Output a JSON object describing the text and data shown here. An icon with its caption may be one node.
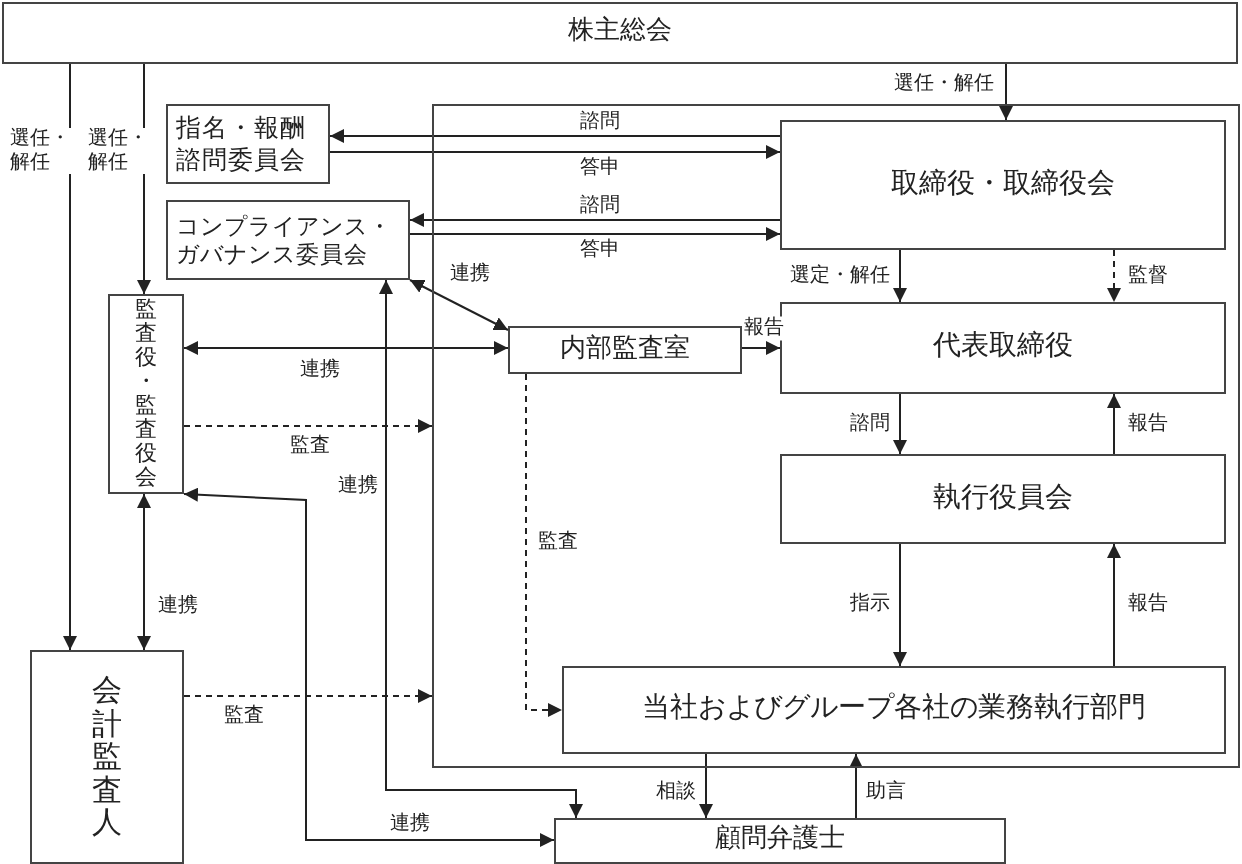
{
  "diagram": {
    "nodes": [
      {
        "text": [
          "株主総会"
        ]
      },
      {
        "text": [
          "指名・報酬諮問委員会"
        ]
      },
      {
        "text": [
          "コンプライアンス・ガバナンス委員会"
        ]
      },
      {
        "text": [],
        "shape": "box"
      },
      {
        "text": [
          "取締役・取締役会"
        ],
        "in": 3
      },
      {
        "text": [
          "内部監査室"
        ],
        "in": 3
      },
      {
        "text": [
          "代表取締役"
        ],
        "in": 3
      },
      {
        "text": [
          "監査役・監査役会"
        ]
      },
      {
        "text": [
          "執行役員会"
        ],
        "in": 3
      },
      {
        "text": [
          "会計監査人"
        ]
      },
      {
        "text": [
          "当社およびグループ各社の業務執行部門"
        ],
        "in": 3
      },
      {
        "text": [
          "顧問弁護士"
        ]
      }
    ],
    "edges": [
      {
        "from": 0,
        "to": 4,
        "arrow": "to",
        "label": "選任・解任"
      },
      {
        "from": 0,
        "to": 7,
        "arrow": "to",
        "label": "選任・解任"
      },
      {
        "from": 0,
        "to": 9,
        "arrow": "to",
        "label": "選任・解任"
      },
      {
        "from": 4,
        "to": 1,
        "arrow": "to",
        "label": "諮問"
      },
      {
        "from": 1,
        "to": 4,
        "arrow": "to",
        "label": "答申"
      },
      {
        "from": 4,
        "to": 2,
        "arrow": "to",
        "label": "諮問"
      },
      {
        "from": 2,
        "to": 4,
        "arrow": "to",
        "label": "答申"
      },
      {
        "from": 2,
        "to": 5,
        "arrow": "both",
        "label": "連携"
      },
      {
        "from": 7,
        "to": 5,
        "arrow": "both",
        "label": "連携"
      },
      {
        "from": 5,
        "to": 6,
        "arrow": "to",
        "label": "報告"
      },
      {
        "from": 4,
        "to": 6,
        "arrow": "to",
        "label": "選定・解任"
      },
      {
        "from": 4,
        "to": 6,
        "arrow": "to",
        "label": "監督",
        "style": "dashed"
      },
      {
        "from": 6,
        "to": 8,
        "arrow": "to",
        "label": "諮問"
      },
      {
        "from": 8,
        "to": 6,
        "arrow": "to",
        "label": "報告"
      },
      {
        "from": 8,
        "to": 10,
        "arrow": "to",
        "label": "指示"
      },
      {
        "from": 10,
        "to": 8,
        "arrow": "to",
        "label": "報告"
      },
      {
        "from": 5,
        "to": 10,
        "arrow": "to",
        "label": "監査",
        "style": "dashed"
      },
      {
        "from": 7,
        "to": 3,
        "arrow": "to",
        "label": "監査",
        "style": "dashed"
      },
      {
        "from": 9,
        "to": 3,
        "arrow": "to",
        "label": "監査",
        "style": "dashed"
      },
      {
        "from": 7,
        "to": 9,
        "arrow": "both",
        "label": "連携"
      },
      {
        "from": 2,
        "to": 11,
        "arrow": "both",
        "label": "連携"
      },
      {
        "from": 7,
        "to": 11,
        "arrow": "both",
        "label": "連携"
      },
      {
        "from": 10,
        "to": 11,
        "arrow": "to",
        "label": "相談"
      },
      {
        "from": 11,
        "to": 10,
        "arrow": "to",
        "label": "助言"
      }
    ]
  }
}
